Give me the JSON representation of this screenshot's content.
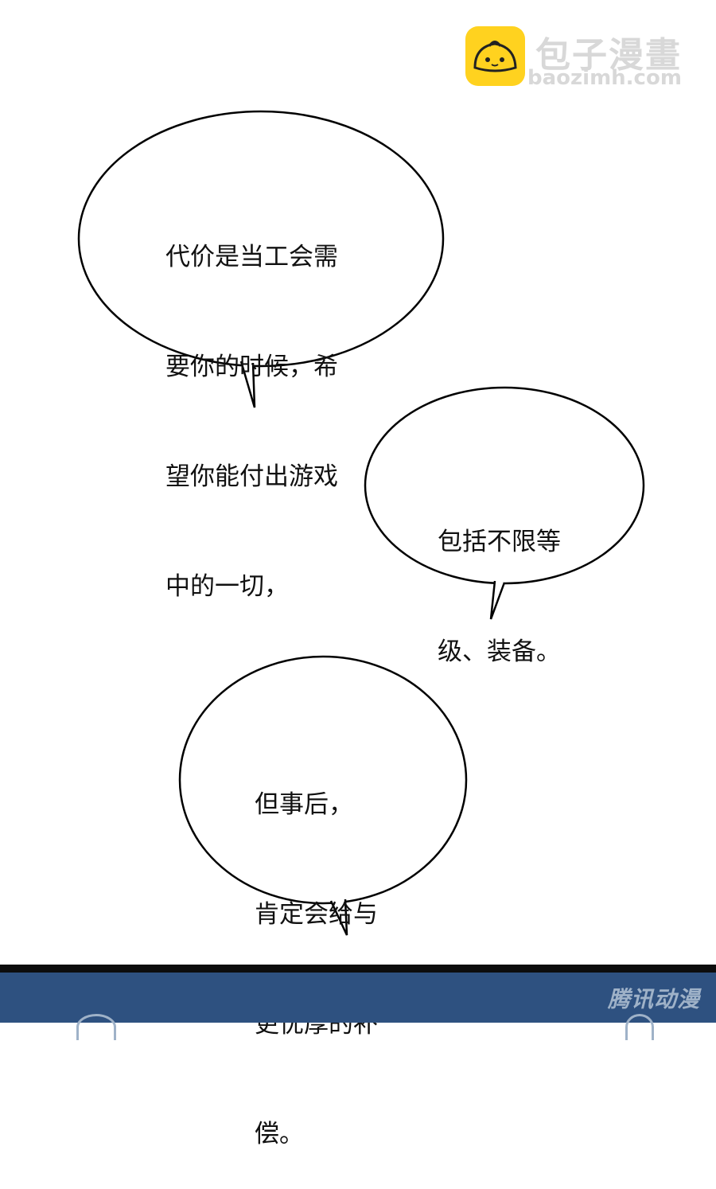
{
  "logo": {
    "icon": "bun-mascot-icon",
    "name": "包子漫畫",
    "url": "baozimh.com"
  },
  "bubbles": [
    {
      "lines": [
        "代价是当工会需",
        "要你的时候，希",
        "望你能付出游戏",
        "中的一切，"
      ]
    },
    {
      "lines": [
        "包括不限等",
        "级、装备。"
      ]
    },
    {
      "lines": [
        "但事后，",
        "肯定会给与",
        "更优厚的补",
        "偿。"
      ]
    }
  ],
  "footer": {
    "watermark": "腾讯动漫"
  },
  "colors": {
    "background": "#ffffff",
    "logo_yellow": "#ffd21f",
    "footer_blue": "#2e5180"
  }
}
